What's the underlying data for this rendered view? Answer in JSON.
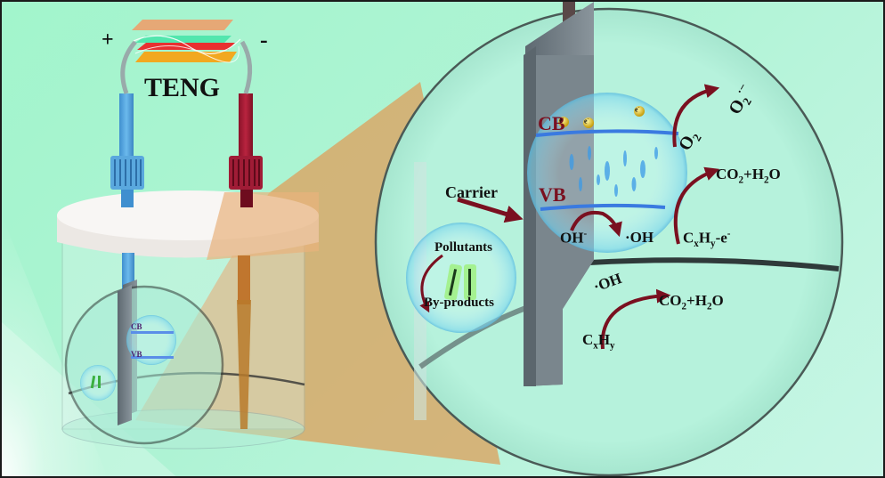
{
  "teng": {
    "title": "TENG",
    "positive": "+",
    "negative": "-"
  },
  "small_inset": {
    "cb": "CB",
    "vb": "VB"
  },
  "magnified": {
    "carrier": "Carrier",
    "pollutants": "Pollutants",
    "byproducts": "By-products",
    "cb": "CB",
    "vb": "VB",
    "electron": "e",
    "electron_charge": "-",
    "o2": "O",
    "o2_sub": "2",
    "superoxide": "O",
    "superoxide_sub": "2",
    "superoxide_sup": "·−",
    "oh_minus": "OH",
    "oh_minus_sup": "-",
    "oh_radical": "·OH",
    "co2_h2o_1": {
      "a": "CO",
      "a_sub": "2",
      "b": "+H",
      "b_sub": "2",
      "c": "O"
    },
    "cxhy_e": {
      "c": "C",
      "x": "x",
      "h": "H",
      "y": "y",
      "tail": "-e",
      "tail_sup": "-"
    },
    "oh_radical_2": "·OH",
    "co2_h2o_2": {
      "a": "CO",
      "a_sub": "2",
      "b": "+H",
      "b_sub": "2",
      "c": "O"
    },
    "cxhy": {
      "c": "C",
      "x": "x",
      "h": "H",
      "y": "y"
    }
  },
  "colors": {
    "background": "#a6f5cf",
    "anode_blue": "#5aa8de",
    "cathode_red": "#a01c36",
    "arrow_red": "#7a1020",
    "plate_gray": "#6f7c84",
    "zoom_cone": "#d8a868"
  }
}
